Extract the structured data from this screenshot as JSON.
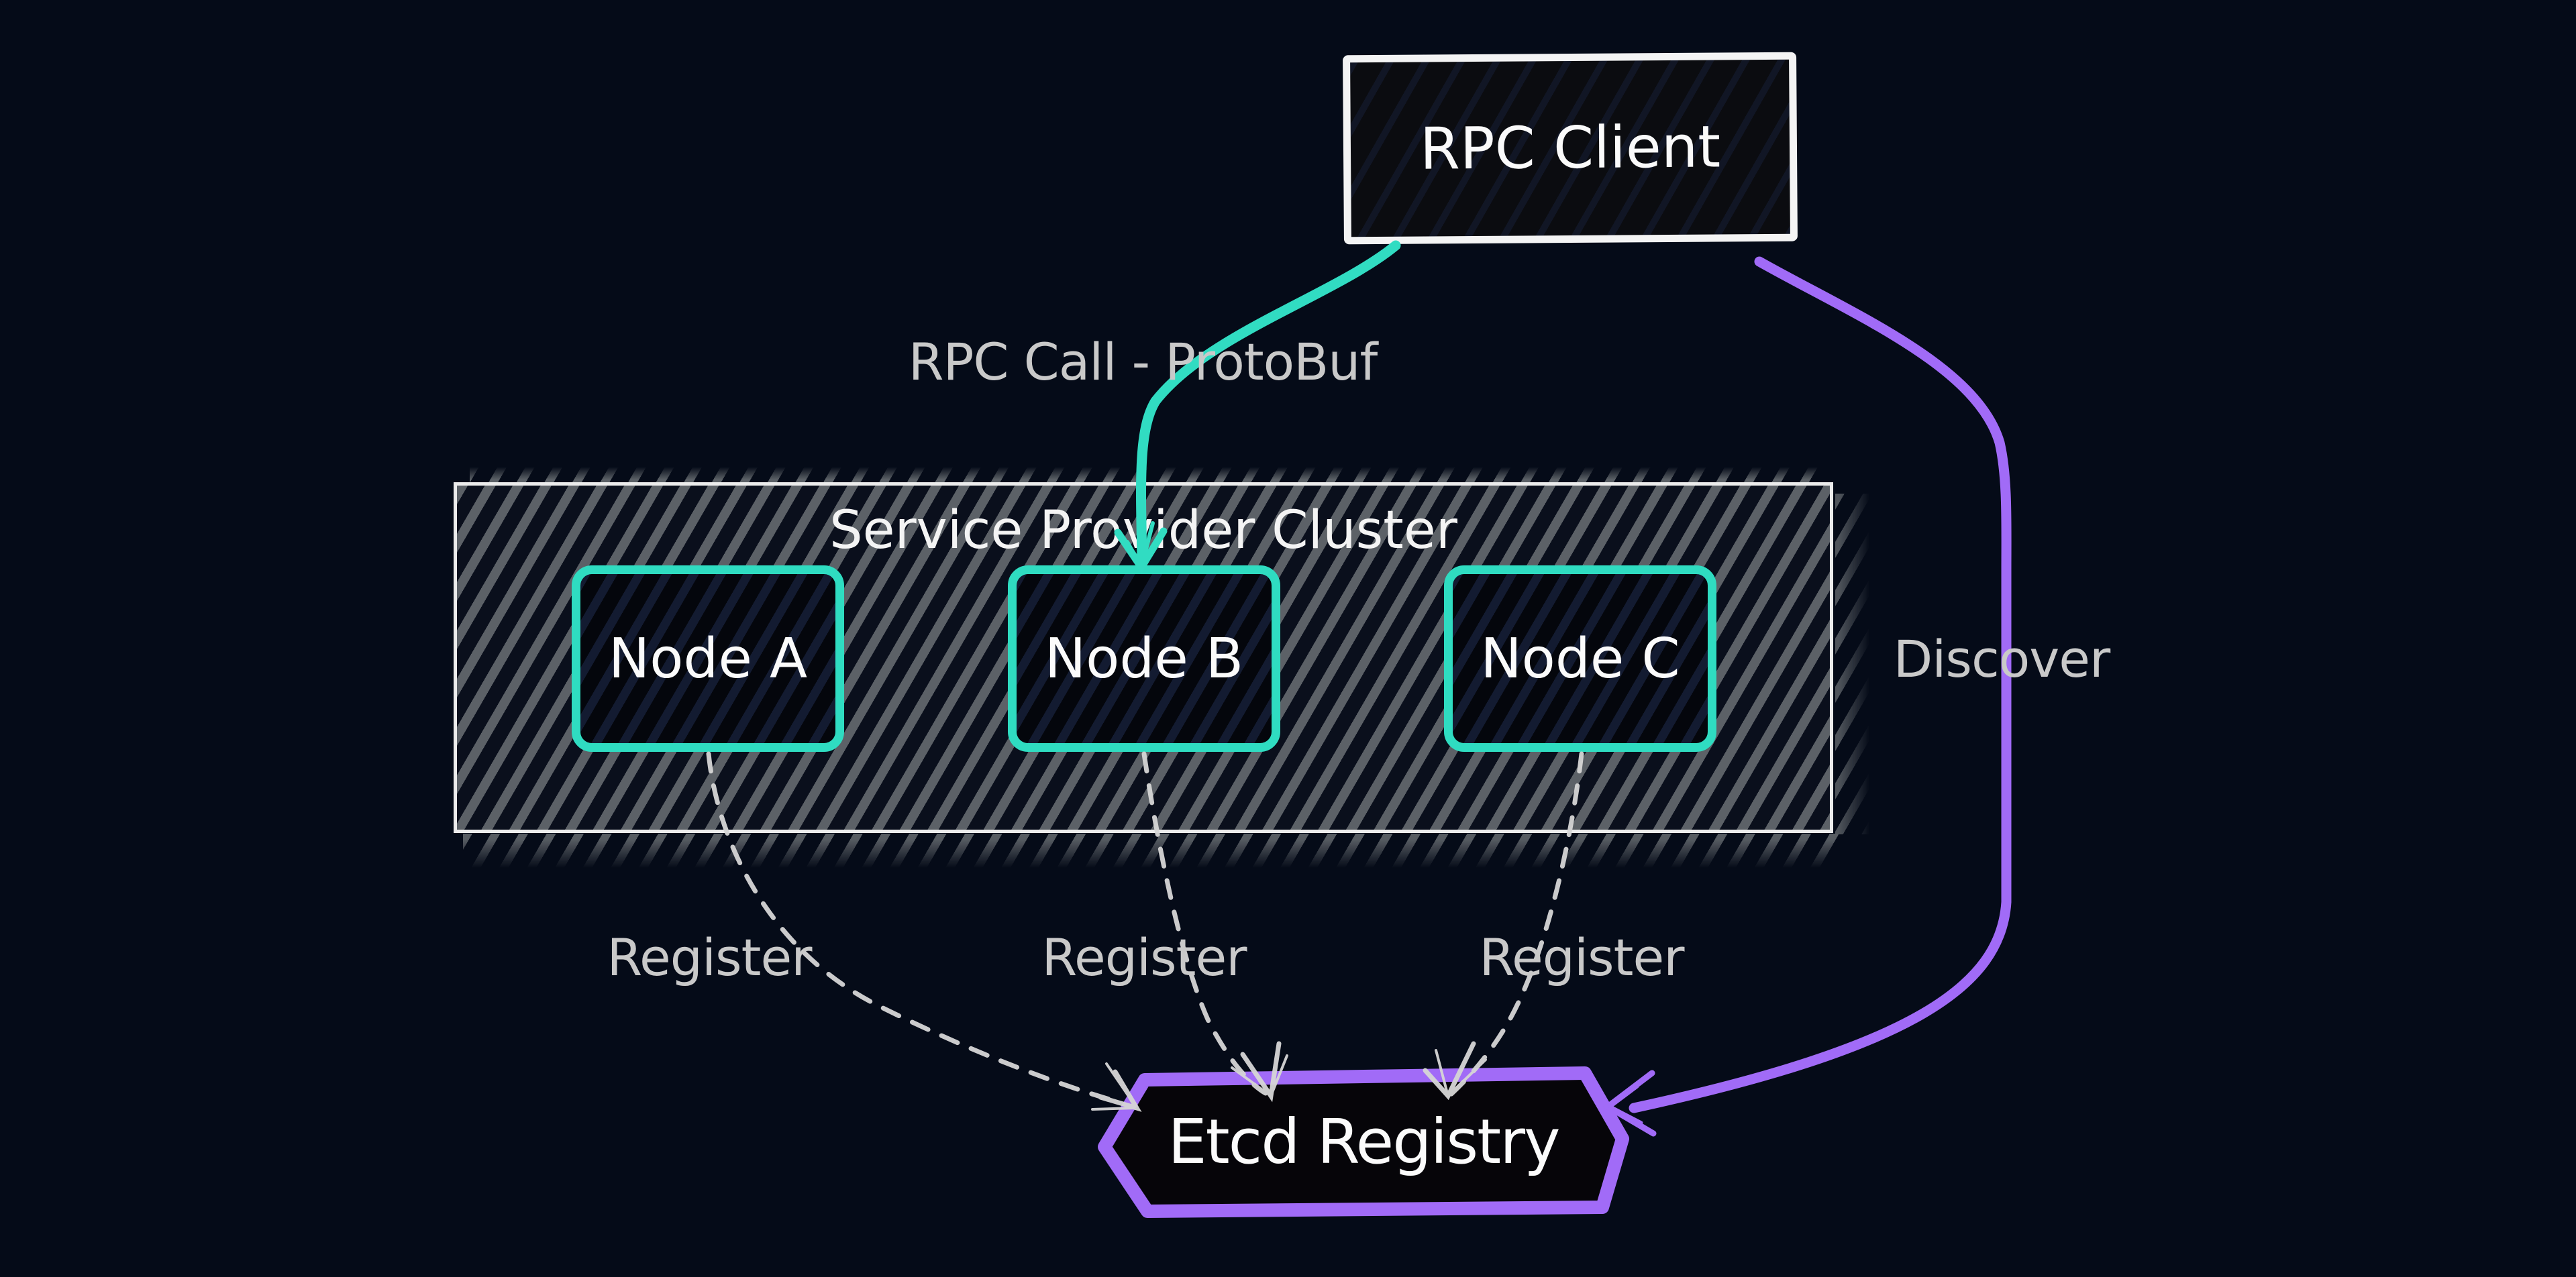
{
  "diagram_title": "RPC service discovery diagram",
  "colors": {
    "background": "#050b18",
    "teal_accent": "#31dcc2",
    "purple_accent": "#a16bf7",
    "label_gray": "#c9c9c9",
    "box_white": "#f4f4f4",
    "hatch_gray": "#5c6167"
  },
  "rpc_client": {
    "label": "RPC Client"
  },
  "cluster": {
    "title": "Service Provider Cluster",
    "nodes": [
      {
        "label": "Node A"
      },
      {
        "label": "Node B"
      },
      {
        "label": "Node C"
      }
    ]
  },
  "registry": {
    "label": "Etcd Registry"
  },
  "edges": {
    "rpc_call": {
      "label": "RPC Call - ProtoBuf",
      "style": "solid",
      "color": "#31dcc2"
    },
    "discover": {
      "label": "Discover",
      "style": "solid",
      "color": "#a16bf7"
    },
    "register_labels": [
      "Register",
      "Register",
      "Register"
    ]
  }
}
